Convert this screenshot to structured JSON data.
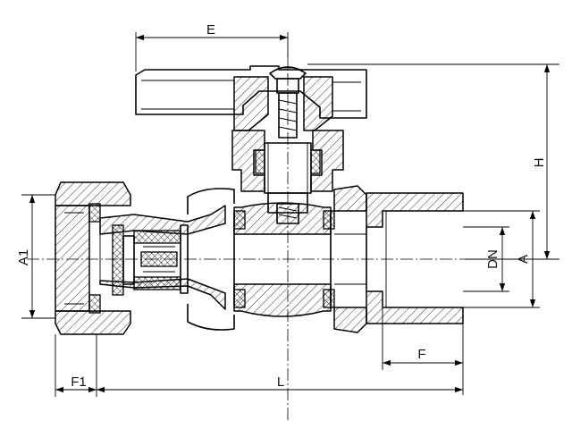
{
  "dimensions": {
    "E": "E",
    "H": "H",
    "A1": "A1",
    "DN": "DN",
    "A": "A",
    "F": "F",
    "F1": "F1",
    "L": "L"
  }
}
